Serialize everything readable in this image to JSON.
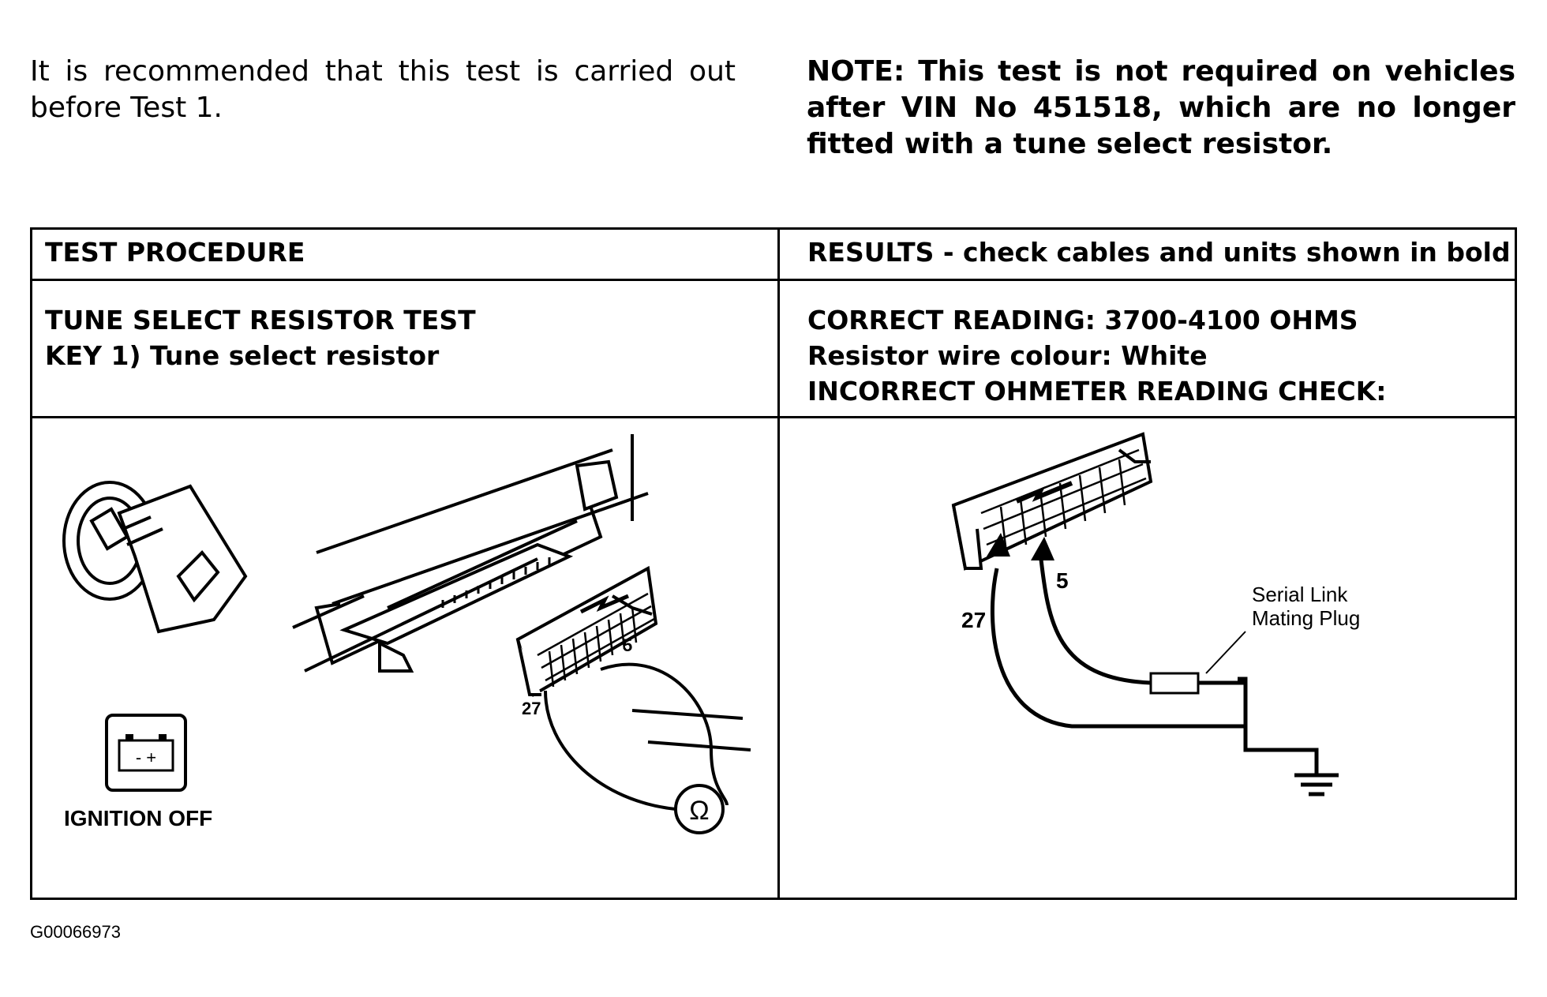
{
  "intro": {
    "left_text": "It is recommended that this test is carried out before Test 1.",
    "note_text": "NOTE: This test is not required on vehicles after VIN No 451518, which are no longer fitted with a tune select resistor."
  },
  "table": {
    "header_left": "TEST PROCEDURE",
    "header_right": "RESULTS - check cables and units shown in bold",
    "procedure_title": "TUNE SELECT RESISTOR TEST",
    "procedure_key": "KEY 1)  Tune select resistor",
    "result_reading": "CORRECT READING: 3700-4100 OHMS",
    "result_wire": "Resistor wire colour: White",
    "result_check": "INCORRECT OHMETER READING CHECK:"
  },
  "left_diagram": {
    "ignition_label": "IGNITION OFF",
    "battery_symbol": "- +",
    "pin_a": "5",
    "pin_b": "27",
    "ohm_symbol": "Ω"
  },
  "right_diagram": {
    "plug_label_line1": "Serial Link",
    "plug_label_line2": "Mating Plug",
    "pin_a": "5",
    "pin_b": "27"
  },
  "figure_id": "G00066973"
}
